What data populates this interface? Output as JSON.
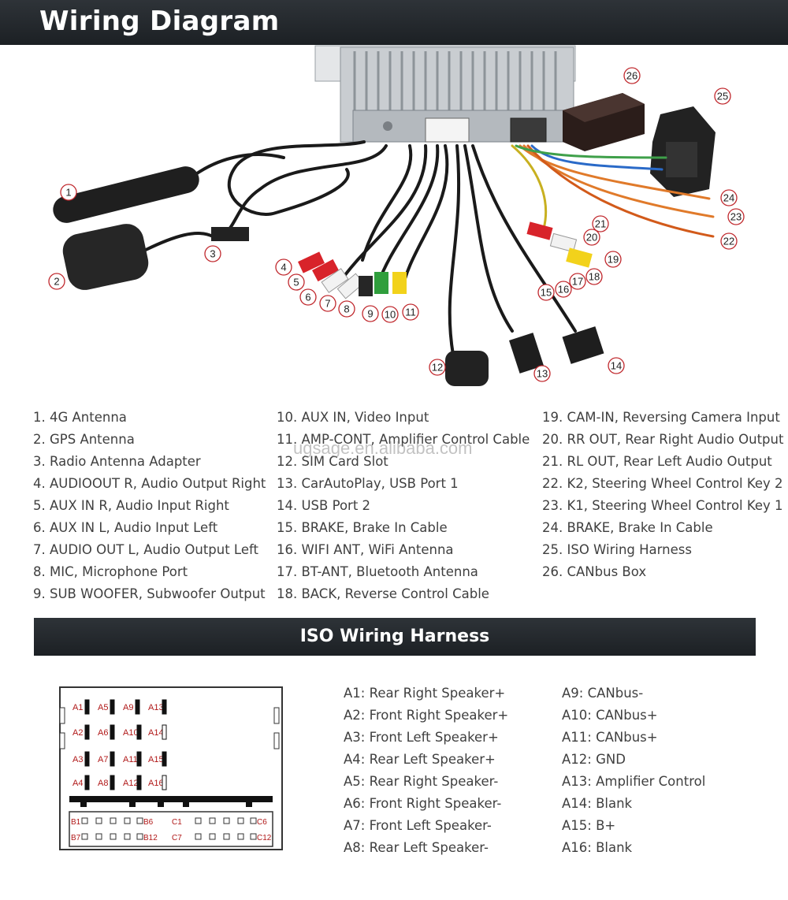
{
  "header": {
    "title": "Wiring Diagram"
  },
  "callout_numbers": [
    "1",
    "2",
    "3",
    "4",
    "5",
    "6",
    "7",
    "8",
    "9",
    "10",
    "11",
    "12",
    "13",
    "14",
    "15",
    "16",
    "17",
    "18",
    "19",
    "20",
    "21",
    "22",
    "23",
    "24",
    "25",
    "26"
  ],
  "legend": {
    "column_1": [
      "1. 4G Antenna",
      "2. GPS Antenna",
      "3. Radio Antenna Adapter",
      "4. AUDIOOUT R, Audio Output Right",
      "5. AUX IN R, Audio Input Right",
      "6. AUX IN L, Audio Input Left",
      "7. AUDIO OUT L, Audio Output Left",
      "8. MIC, Microphone Port",
      "9. SUB WOOFER, Subwoofer Output"
    ],
    "column_2": [
      "10. AUX IN, Video Input",
      "11. AMP-CONT, Amplifier Control Cable",
      "12. SIM Card Slot",
      "13. CarAutoPlay, USB Port 1",
      "14. USB Port 2",
      "15. BRAKE, Brake In Cable",
      "16. WIFI ANT, WiFi Antenna",
      "17. BT-ANT, Bluetooth Antenna",
      "18. BACK, Reverse Control Cable"
    ],
    "column_3": [
      "19. CAM-IN, Reversing Camera Input",
      "20. RR OUT, Rear Right Audio Output",
      "21. RL OUT, Rear Left Audio Output",
      "22. K2, Steering Wheel Control Key 2",
      "23. K1, Steering Wheel Control Key 1",
      "24. BRAKE, Brake In Cable",
      "25. ISO Wiring Harness",
      "26. CANbus Box"
    ]
  },
  "watermark": "ugsage.en.alibaba.com",
  "iso_section": {
    "title": "ISO Wiring Harness"
  },
  "connector": {
    "pin_labels": [
      "A1",
      "A5",
      "A9",
      "A13",
      "A2",
      "A6",
      "A10",
      "A14",
      "A3",
      "A7",
      "A11",
      "A15",
      "A4",
      "A8",
      "A12",
      "A16"
    ],
    "b_row_labels": [
      "B1",
      "B6",
      "C1",
      "C6"
    ],
    "b_row2_labels": [
      "B7",
      "B12",
      "C7",
      "C12"
    ]
  },
  "pin_list": {
    "column_1": [
      "A1: Rear Right Speaker+",
      "A2: Front Right Speaker+",
      "A3: Front Left Speaker+",
      "A4: Rear Left Speaker+",
      "A5: Rear Right Speaker-",
      "A6: Front Right Speaker-",
      "A7: Front Left Speaker-",
      "A8: Rear Left Speaker-"
    ],
    "column_2": [
      "A9: CANbus-",
      "A10: CANbus+",
      "A11: CANbus+",
      "A12: GND",
      "A13: Amplifier Control",
      "A14: Blank",
      "A15: B+",
      "A16: Blank"
    ]
  },
  "colors": {
    "bar_dark": "#24292e",
    "callout_red": "#c0282d",
    "pin_red": "#b01818",
    "rca_red": "#d8232a",
    "rca_white": "#f2f2f2",
    "rca_yellow": "#f2d21b",
    "rca_green": "#2f9e3c",
    "cable_black": "#1a1a1a"
  }
}
